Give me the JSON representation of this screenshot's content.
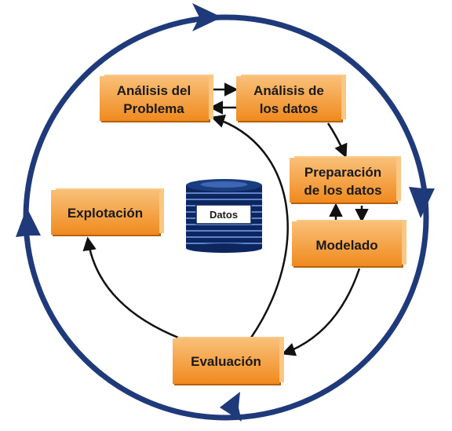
{
  "phases": {
    "analisis_problema": [
      "Análisis del",
      "Problema"
    ],
    "analisis_datos": [
      "Análisis de",
      "los datos"
    ],
    "preparacion_datos": [
      "Preparación",
      "de los datos"
    ],
    "modelado": [
      "Modelado"
    ],
    "evaluacion": [
      "Evaluación"
    ],
    "explotacion": [
      "Explotación"
    ]
  },
  "datos": "Datos",
  "colors": {
    "ring": "#1f3a7a",
    "box_fill_top": "#f9c079",
    "box_fill_bottom": "#f08a1e",
    "box_edge": "#b5610d",
    "flow_arrow": "#111111",
    "database_dark": "#0d2660",
    "database_light": "#5c84c9",
    "database_label_bg": "#ffffff"
  }
}
